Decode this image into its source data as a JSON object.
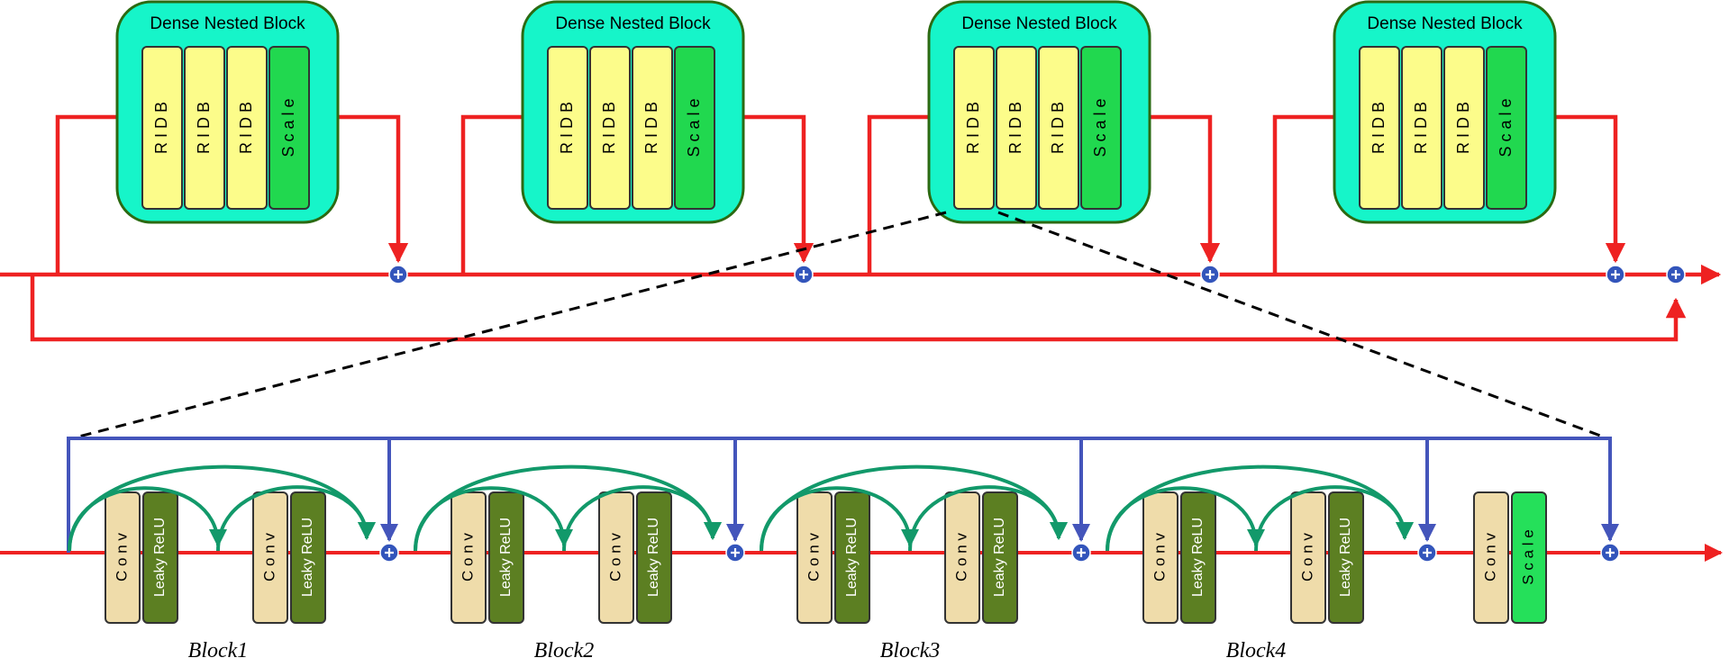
{
  "top_row": {
    "block_title": "Dense Nested Block",
    "inner_labels": [
      "R I D B",
      "R I D B",
      "R I D B",
      "S c a l e"
    ],
    "block_count": 4
  },
  "bottom_row": {
    "conv_label": "C o n v",
    "relu_label": "Leaky ReLU",
    "scale_label": "S c a l e",
    "block_labels": [
      "Block1",
      "Block2",
      "Block3",
      "Block4"
    ]
  },
  "colors": {
    "signal_line": "#ee2222",
    "skip_line": "#4455bb",
    "dense_arc": "#12996a",
    "block_outer_fill": "#16f5c9",
    "block_outer_stroke": "#2b6a12",
    "ridb_fill": "#fcfc8a",
    "scale_fill": "#21d84f",
    "conv_fill": "#efdcaa",
    "relu_fill": "#5c7f22",
    "scale2_fill": "#25e05a",
    "adder_fill": "#3355bb"
  },
  "icons": [
    "plus-circle-icon",
    "arrow-head-icon"
  ]
}
